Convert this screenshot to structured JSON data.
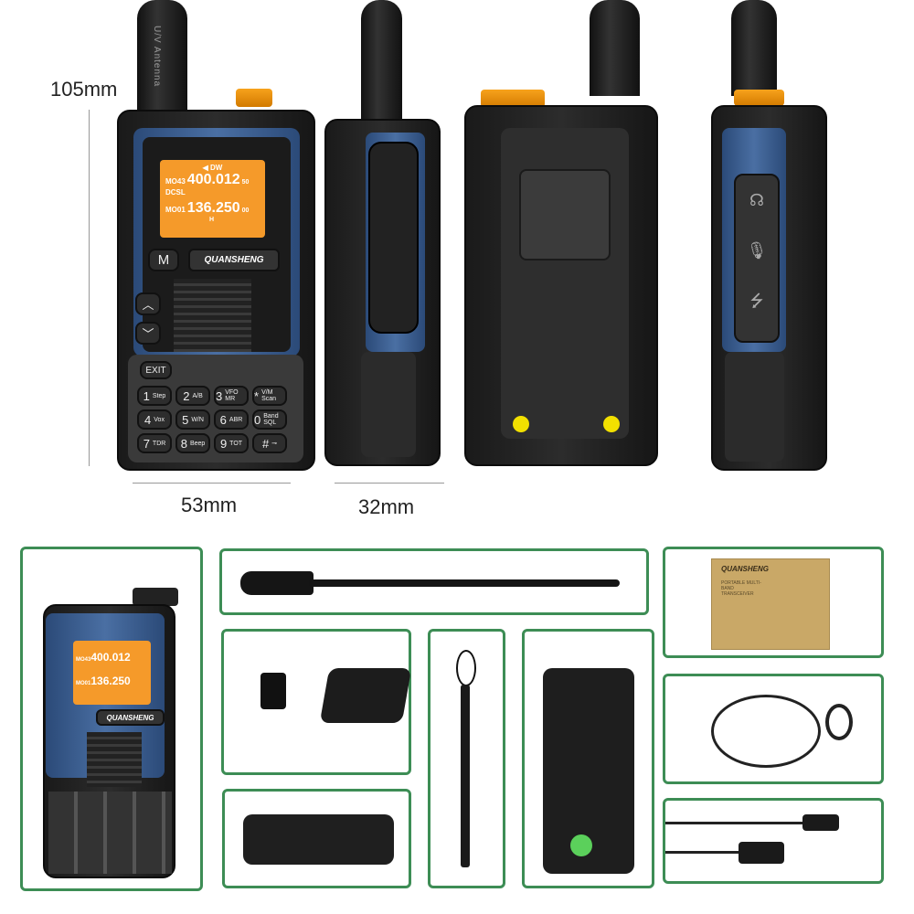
{
  "dimensions": {
    "height": "105mm",
    "width": "53mm",
    "depth": "32mm"
  },
  "radio": {
    "brand": "QUANSHENG",
    "antenna_label": "U/V Antenna",
    "screen": {
      "mode": "◀ DW",
      "ch1": "MO43",
      "freq1": "400.012",
      "sub1": "50",
      "tone": "DCSL",
      "ch2": "MO01",
      "freq2": "136.250",
      "sub2": "00",
      "power": "H"
    },
    "menu_key": "M",
    "exit_key": "EXIT",
    "keys": [
      [
        "1",
        "Step"
      ],
      [
        "2",
        "A/B"
      ],
      [
        "3",
        "VFO MR"
      ],
      [
        "*",
        "V/M Scan"
      ],
      [
        "4",
        "Vox"
      ],
      [
        "5",
        "W/N"
      ],
      [
        "6",
        "ABR"
      ],
      [
        "0",
        "Band SQL"
      ],
      [
        "7",
        "TDR"
      ],
      [
        "8",
        "Beep"
      ],
      [
        "9",
        "TOT"
      ],
      [
        "#",
        "⊸"
      ]
    ]
  },
  "box": {
    "brand": "QUANSHENG",
    "subtitle": "PORTABLE MULTI-BAND TRANSCEIVER"
  },
  "colors": {
    "accent_orange": "#f59a2a",
    "body_blue": "#3b5f92",
    "panel_border": "#3d8d55"
  }
}
